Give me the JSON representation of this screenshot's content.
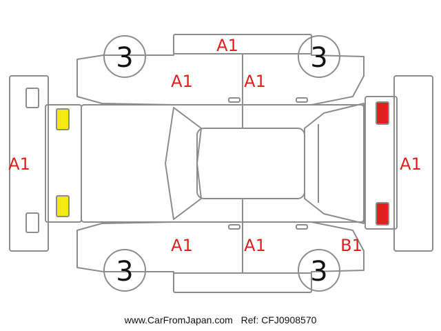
{
  "labels": {
    "roof": "A1",
    "front_bumper": "A1",
    "rear_bumper": "A1",
    "top_front_door": "A1",
    "top_rear_door": "A1",
    "bottom_front_door": "A1",
    "bottom_rear_door": "A1",
    "bottom_rear_quarter": "B1"
  },
  "wheels": {
    "top_left": "3",
    "top_right": "3",
    "bottom_left": "3",
    "bottom_right": "3"
  },
  "colors": {
    "damage_text": "#e0201c",
    "front_light": "#f2ea10",
    "rear_light": "#e0201c",
    "outline": "#8c8c8c"
  },
  "footer": {
    "site": "www.CarFromJapan.com",
    "ref": "Ref: CFJ0908570"
  }
}
